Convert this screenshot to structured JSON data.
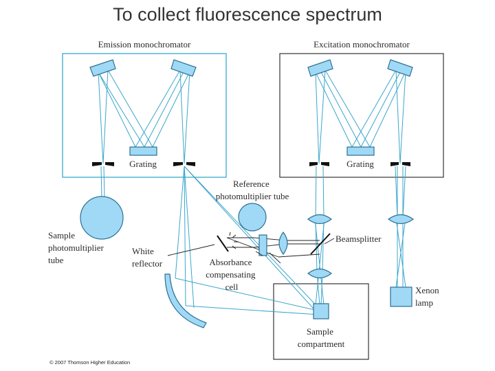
{
  "title": "To collect fluorescence spectrum",
  "labels": {
    "emission_monochromator": "Emission monochromator",
    "excitation_monochromator": "Excitation monochromator",
    "grating_emission": "Grating",
    "grating_excitation": "Grating",
    "reference_pmt": [
      "Reference",
      "photomultiplier tube"
    ],
    "sample_pmt": [
      "Sample",
      "photomultiplier",
      "tube"
    ],
    "white_reflector": [
      "White",
      "reflector"
    ],
    "absorbance_cell": [
      "Absorbance",
      "compensating",
      "cell"
    ],
    "beamsplitter": "Beamsplitter",
    "xenon_lamp": [
      "Xenon",
      "lamp"
    ],
    "sample_compartment": [
      "Sample",
      "compartment"
    ],
    "copyright": "© 2007 Thomson Higher Education"
  },
  "colors": {
    "light_ray": "#3aa6cc",
    "optic_fill": "#9fd9f6",
    "monochromator_border": "#44b0d2",
    "dark_border": "#333333"
  }
}
